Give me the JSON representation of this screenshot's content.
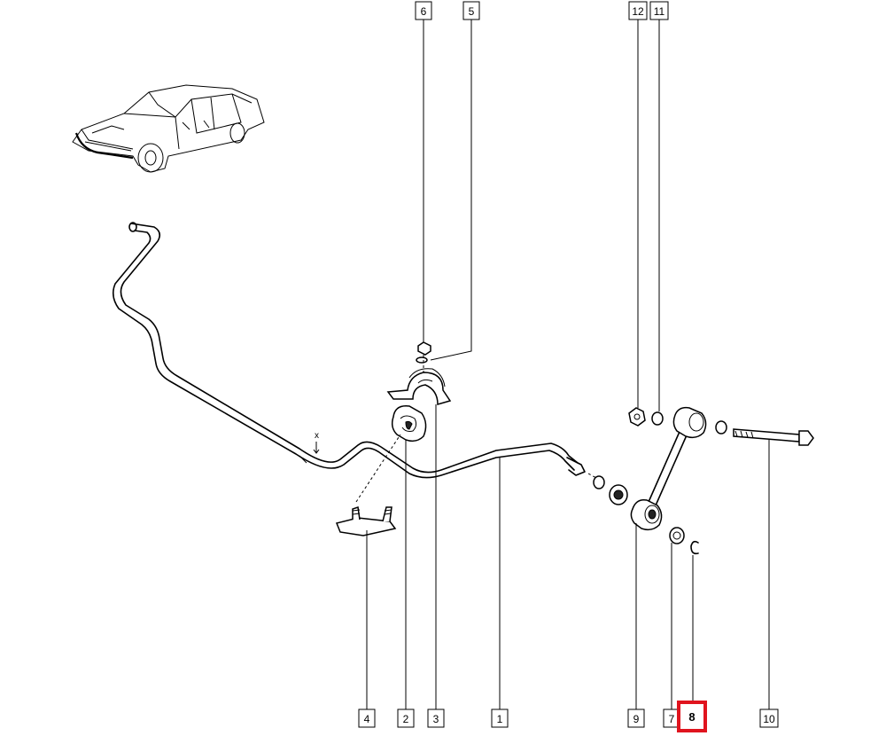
{
  "callouts": [
    {
      "id": "6",
      "highlighted": false
    },
    {
      "id": "5",
      "highlighted": false
    },
    {
      "id": "12",
      "highlighted": false
    },
    {
      "id": "11",
      "highlighted": false
    },
    {
      "id": "4",
      "highlighted": false
    },
    {
      "id": "2",
      "highlighted": false
    },
    {
      "id": "3",
      "highlighted": false
    },
    {
      "id": "1",
      "highlighted": false
    },
    {
      "id": "9",
      "highlighted": false
    },
    {
      "id": "7",
      "highlighted": false
    },
    {
      "id": "8",
      "highlighted": true
    },
    {
      "id": "10",
      "highlighted": false
    }
  ],
  "bar_mark": "x",
  "highlight_color": "#e0141e"
}
